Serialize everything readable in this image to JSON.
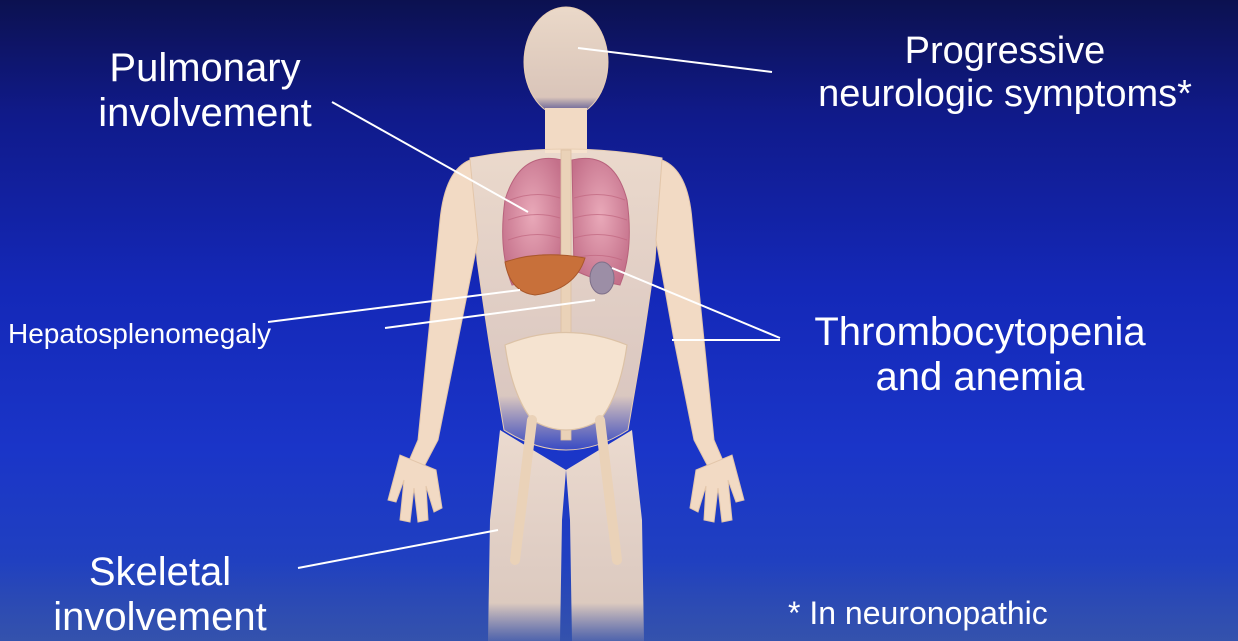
{
  "labels": {
    "pulmonary": {
      "line1": "Pulmonary",
      "line2": "involvement"
    },
    "neurologic": {
      "line1": "Progressive",
      "line2": "neurologic symptoms*"
    },
    "hepato": "Hepatosplenomegaly",
    "thrombo": {
      "line1": "Thrombocytopenia",
      "line2": "and anemia"
    },
    "skeletal": {
      "line1": "Skeletal",
      "line2": "involvement"
    },
    "footnote": "* In neuronopathic"
  },
  "colors": {
    "background_top": "#0c1150",
    "background_mid": "#1428b8",
    "leader_line": "#ffffff",
    "body": "#f3dcc4",
    "lungs": "#d98aa0",
    "liver": "#c8703a"
  }
}
